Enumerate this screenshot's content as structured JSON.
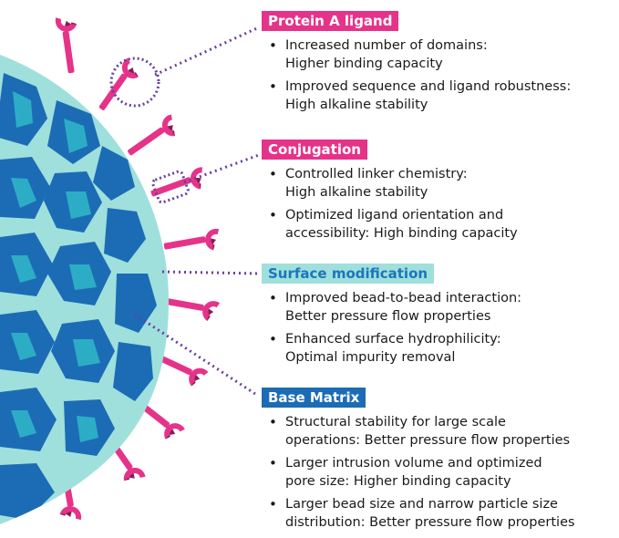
{
  "sections": [
    {
      "label": "Protein A ligand",
      "color": "#e6338a",
      "bullets": [
        [
          "Increased number of domains:",
          "Higher binding capacity"
        ],
        [
          "Improved sequence and ligand robustness:",
          "High alkaline stability"
        ]
      ]
    },
    {
      "label": "Conjugation",
      "color": "#e6338a",
      "bullets": [
        [
          "Controlled linker chemistry:",
          "High alkaline stability"
        ],
        [
          "Optimized ligand orientation and",
          "accessibility: High binding capacity"
        ]
      ]
    },
    {
      "label": "Surface modification",
      "color": "#9fe0dc",
      "bullets": [
        [
          "Improved bead-to-bead interaction:",
          "Better pressure flow properties"
        ],
        [
          "Enhanced surface hydrophilicity:",
          "Optimal impurity removal"
        ]
      ]
    },
    {
      "label": "Base Matrix",
      "color": "#1c6cb5",
      "bullets": [
        [
          "Structural stability for large scale",
          "operations: Better pressure flow properties"
        ],
        [
          "Larger intrusion volume and optimized",
          "pore size: Higher binding capacity"
        ],
        [
          "Larger bead size and narrow particle size",
          "distribution: Better pressure flow properties"
        ]
      ]
    }
  ]
}
